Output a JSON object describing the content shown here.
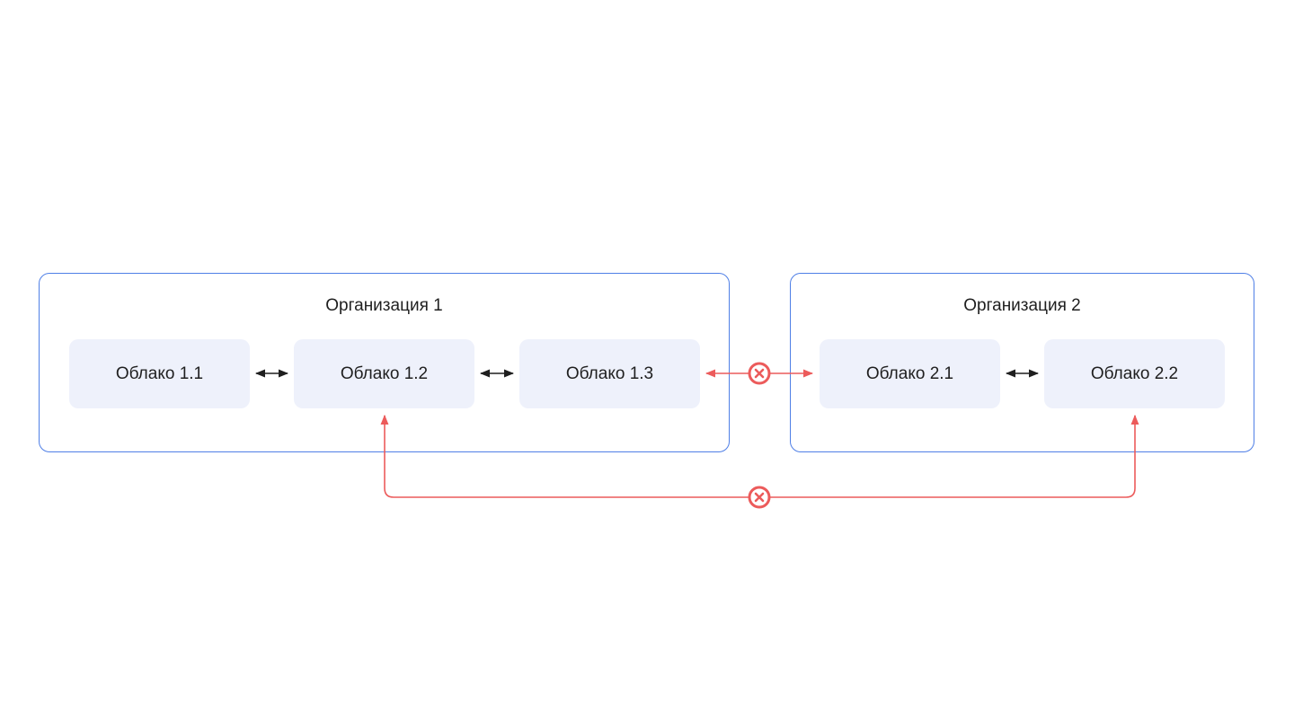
{
  "organizations": [
    {
      "title": "Организация 1",
      "clouds": [
        "Облако 1.1",
        "Облако 1.2",
        "Облако 1.3"
      ]
    },
    {
      "title": "Организация 2",
      "clouds": [
        "Облако 2.1",
        "Облако 2.2"
      ]
    }
  ],
  "colors": {
    "org_border": "#4f7fe6",
    "cloud_fill": "#eef1fb",
    "allowed_link": "#1f1f1f",
    "blocked_link": "#ec5b5b"
  }
}
